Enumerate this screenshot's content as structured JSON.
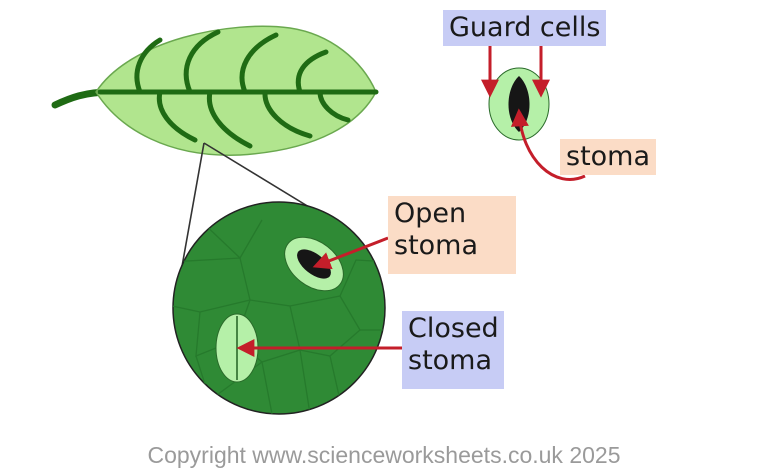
{
  "colors": {
    "leaf_fill": "#b1e58e",
    "leaf_vein": "#1f6b14",
    "tissue_fill": "#2f8a35",
    "tissue_cell_line": "#267a2c",
    "guard_cell_fill": "#b5f0a8",
    "stoma_dark": "#161616",
    "arrow": "#c41e2a",
    "label_blue": "#c7ccf5",
    "label_peach": "#fbdcc6",
    "copyright_text": "#9a9a9a"
  },
  "labels": {
    "guard_cells": "Guard cells",
    "stoma": "stoma",
    "open_stoma_line1": "Open",
    "open_stoma_line2": "stoma",
    "closed_stoma_line1": "Closed",
    "closed_stoma_line2": "stoma"
  },
  "footer": {
    "copyright": "Copyright www.scienceworksheets.co.uk 2025"
  }
}
